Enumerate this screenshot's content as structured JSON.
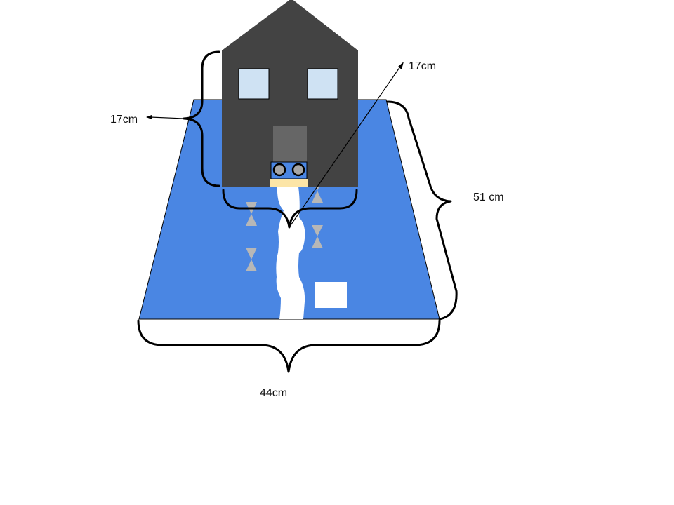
{
  "diagram": {
    "colors": {
      "floor": "#4a86e3",
      "house": "#434343",
      "window": "#cfe2f3",
      "door": "#666666",
      "console": "#4a86e3",
      "console_button": "#a6a6a6",
      "mat": "#fce5a7",
      "path": "#ffffff",
      "hourglass": "#b7b7b7",
      "box": "#ffffff",
      "brace": "#000000",
      "text": "#111111"
    },
    "labels": {
      "house_height": "17cm",
      "house_width": "17cm",
      "floor_depth": "51 cm",
      "floor_width": "44cm"
    },
    "elements": {
      "floor": "trapezoid floor plane",
      "house": "house with pointed roof",
      "windows": 2,
      "door": 1,
      "console_buttons": 2,
      "hourglass_markers": 4,
      "white_box": 1,
      "path": "winding white path"
    }
  }
}
